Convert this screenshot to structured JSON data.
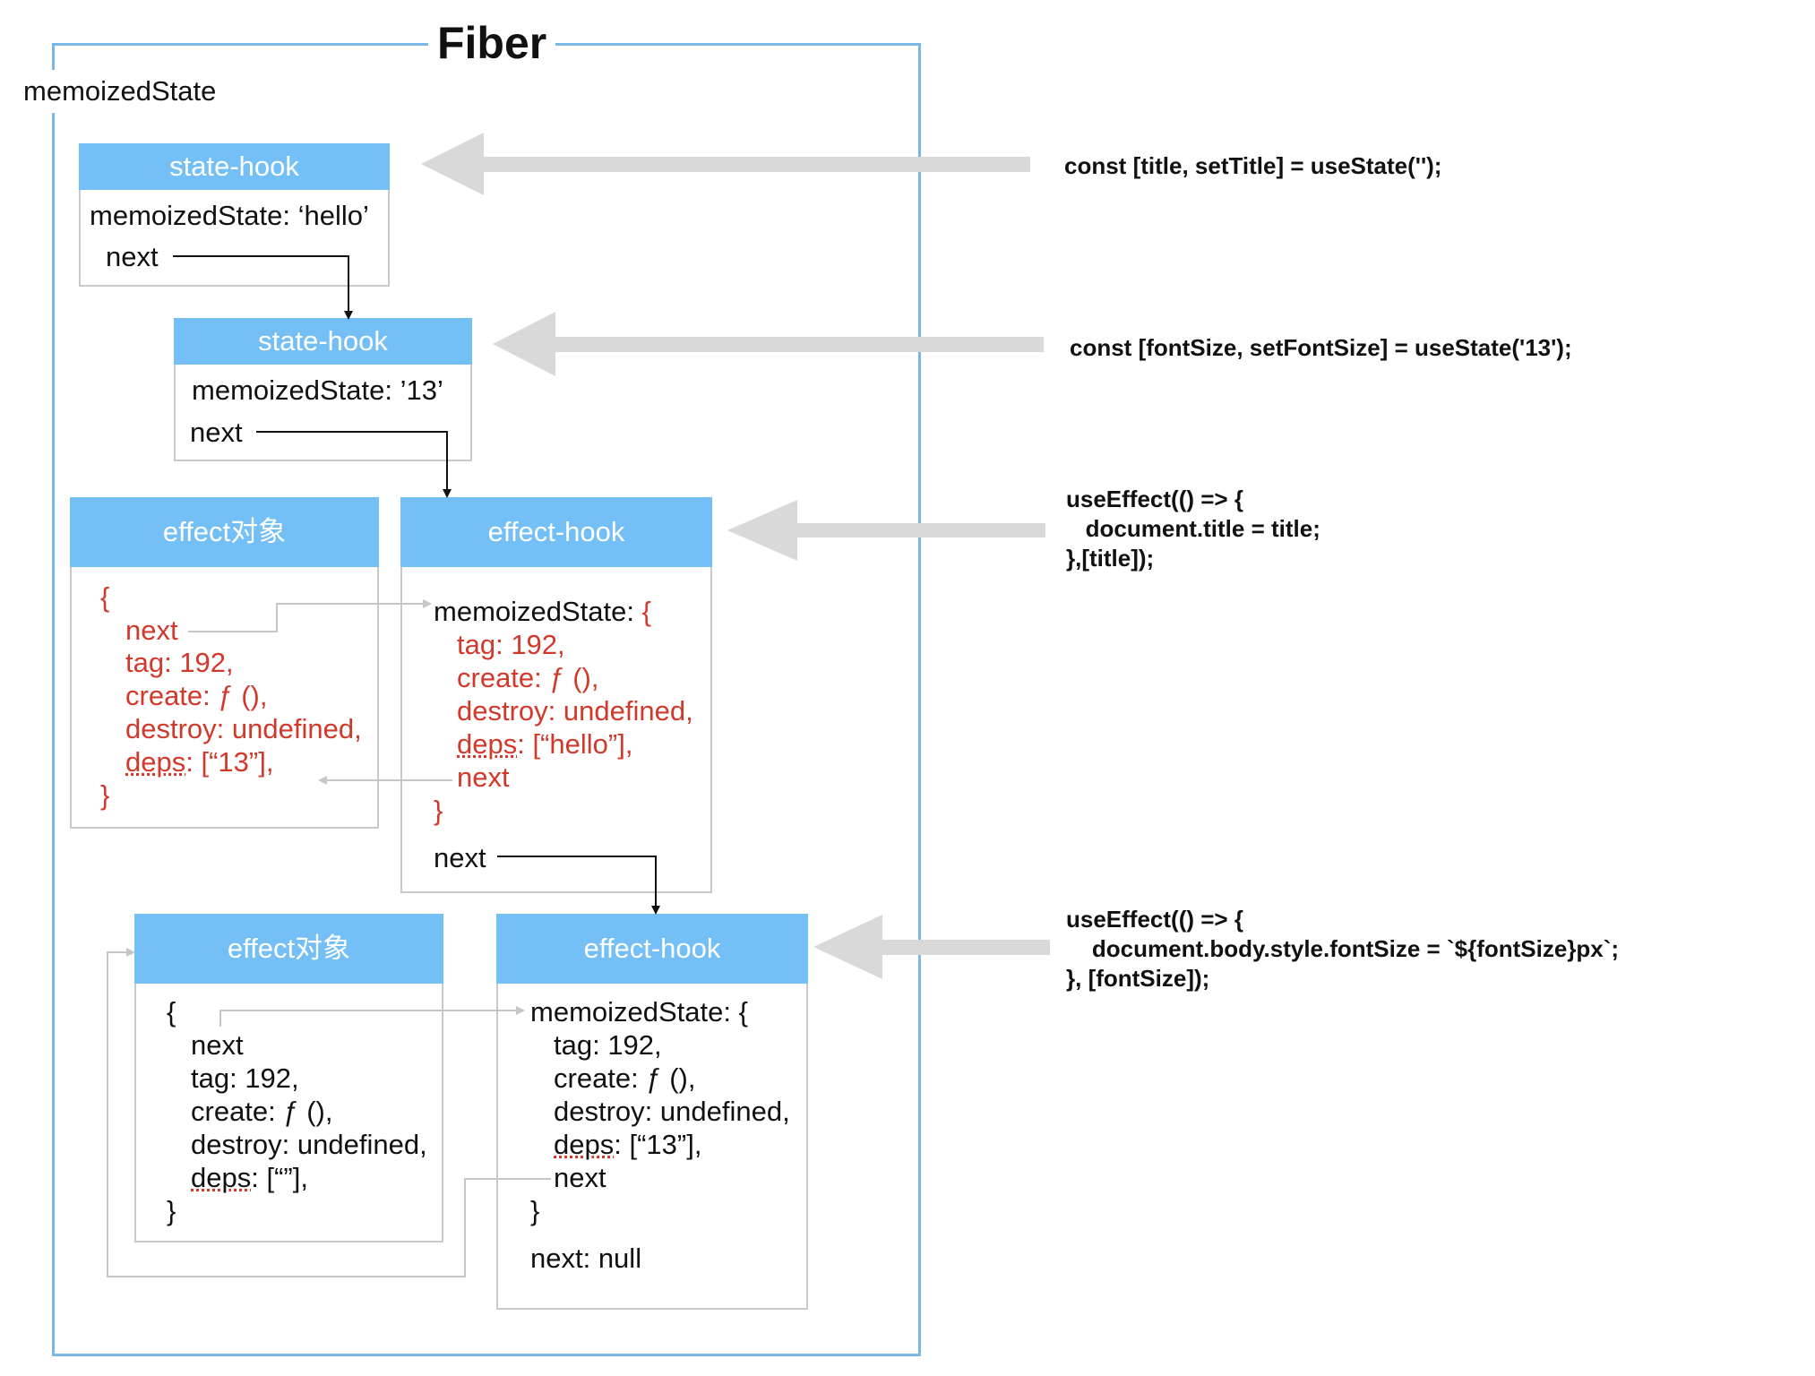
{
  "fiber": {
    "title": "Fiber",
    "memoized_label": "memoizedState"
  },
  "hook1": {
    "header": "state-hook",
    "memoized": "memoizedState: ‘hello’",
    "next": "next"
  },
  "hook2": {
    "header": "state-hook",
    "memoized": "memoizedState: ’13’",
    "next": "next"
  },
  "effect_obj1": {
    "header": "effect对象",
    "open": "{",
    "next": "next",
    "tag": "tag: 192,",
    "create": "create: ƒ (),",
    "destroy": "destroy: undefined,",
    "deps_key": "deps",
    "deps_val": ": [“13”],",
    "close": "}"
  },
  "effect_hook1": {
    "header": "effect-hook",
    "memoized_label": "memoizedState:",
    "open": "{",
    "tag": "tag: 192,",
    "create": "create: ƒ (),",
    "destroy": "destroy: undefined,",
    "deps_key": "deps",
    "deps_val": ": [“hello”],",
    "inner_next": "next",
    "close": "}",
    "next": "next"
  },
  "effect_obj2": {
    "header": "effect对象",
    "open": "{",
    "next": "next",
    "tag": "tag: 192,",
    "create": "create: ƒ (),",
    "destroy": "destroy: undefined,",
    "deps_key": "deps",
    "deps_val": ": [“”],",
    "close": "}"
  },
  "effect_hook2": {
    "header": "effect-hook",
    "memoized": "memoizedState: {",
    "tag": "tag: 192,",
    "create": "create: ƒ (),",
    "destroy": "destroy: undefined,",
    "deps_key": "deps",
    "deps_val": ": [“13”],",
    "inner_next": "next",
    "close": "}",
    "next": "next: null"
  },
  "code": {
    "c1": "const [title, setTitle] = useState('');",
    "c2": "const [fontSize, setFontSize] = useState('13');",
    "c3": [
      "useEffect(() => {",
      "   document.title = title;",
      "},[title]);"
    ],
    "c4": [
      "useEffect(() => {",
      "    document.body.style.fontSize = `${fontSize}px`;",
      "}, [fontSize]);"
    ]
  },
  "colors": {
    "header": "#73bff6",
    "frame": "#7ab7e6",
    "effect_text": "#d2392b",
    "arrow": "#d9d9d9"
  }
}
